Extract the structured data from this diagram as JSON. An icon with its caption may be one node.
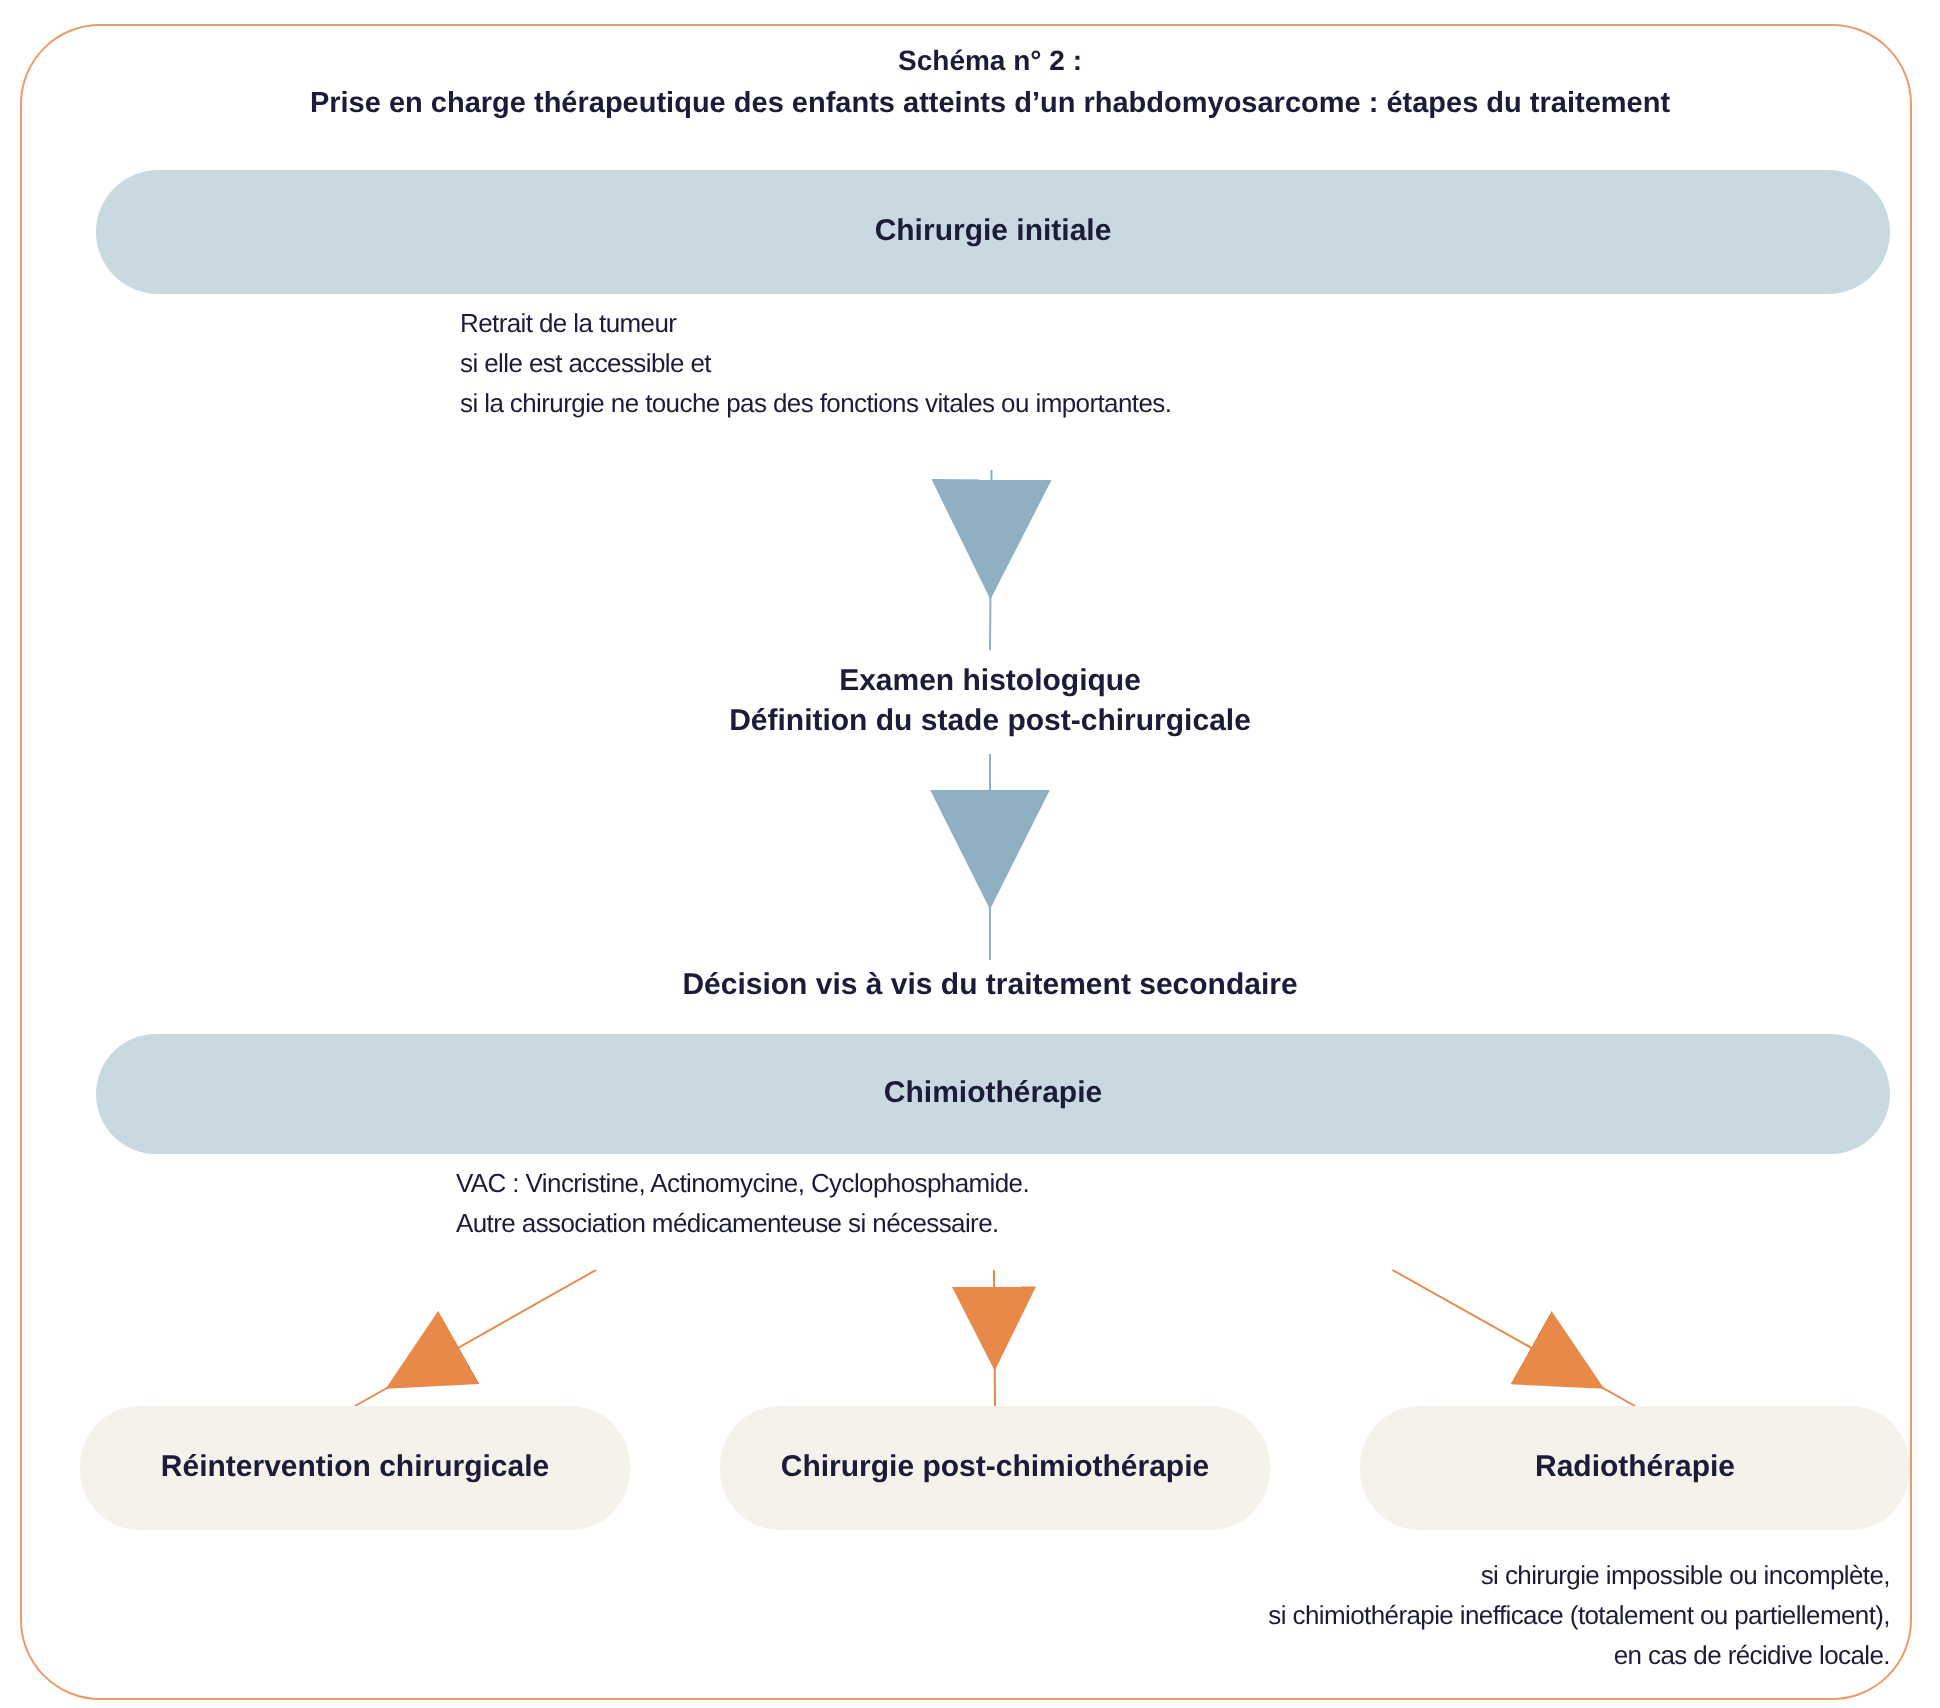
{
  "diagram": {
    "title": "Schéma n° 2 :",
    "nodes": [
      {
        "text": [
          "Chirurgie initiale"
        ],
        "beside": [
          "Retrait de la tumeur",
          "si elle est accessible et",
          "si la chirurgie ne touche pas des fonctions vitales ou importantes."
        ]
      },
      {
        "text": [
          "Examen histologique",
          "Définition du stade post-chirurgicale"
        ]
      },
      {
        "text": [
          "Décision vis à vis du traitement secondaire"
        ]
      },
      {
        "text": [
          "Chimiothérapie"
        ],
        "beside": [
          "VAC : Vincristine, Actinomycine, Cyclophosphamide.",
          "Autre association médicamenteuse si nécessaire."
        ]
      },
      {
        "text": [
          "Réintervention chirurgicale"
        ]
      },
      {
        "text": [
          "Chirurgie post-chimiothérapie"
        ]
      },
      {
        "text": [
          "Radiothérapie"
        ],
        "beside": [
          "si chirurgie impossible ou incomplète,",
          "si chimiothérapie inefficace (totalement ou partiellement),",
          "en cas de récidive locale."
        ]
      }
    ],
    "edges": [
      {
        "from": 0,
        "to": 1,
        "arrow": "to",
        "color": "#8fb0c2"
      },
      {
        "from": 1,
        "to": 2,
        "arrow": "to",
        "color": "#8fb0c2"
      },
      {
        "from": 3,
        "to": 4,
        "arrow": "to"
      },
      {
        "from": 3,
        "to": 5,
        "arrow": "to"
      },
      {
        "from": 3,
        "to": 6,
        "arrow": "to"
      }
    ],
    "labels": [
      "Prise en charge thérapeutique des enfants atteints d’un rhabdomyosarcome : étapes du traitement"
    ]
  }
}
